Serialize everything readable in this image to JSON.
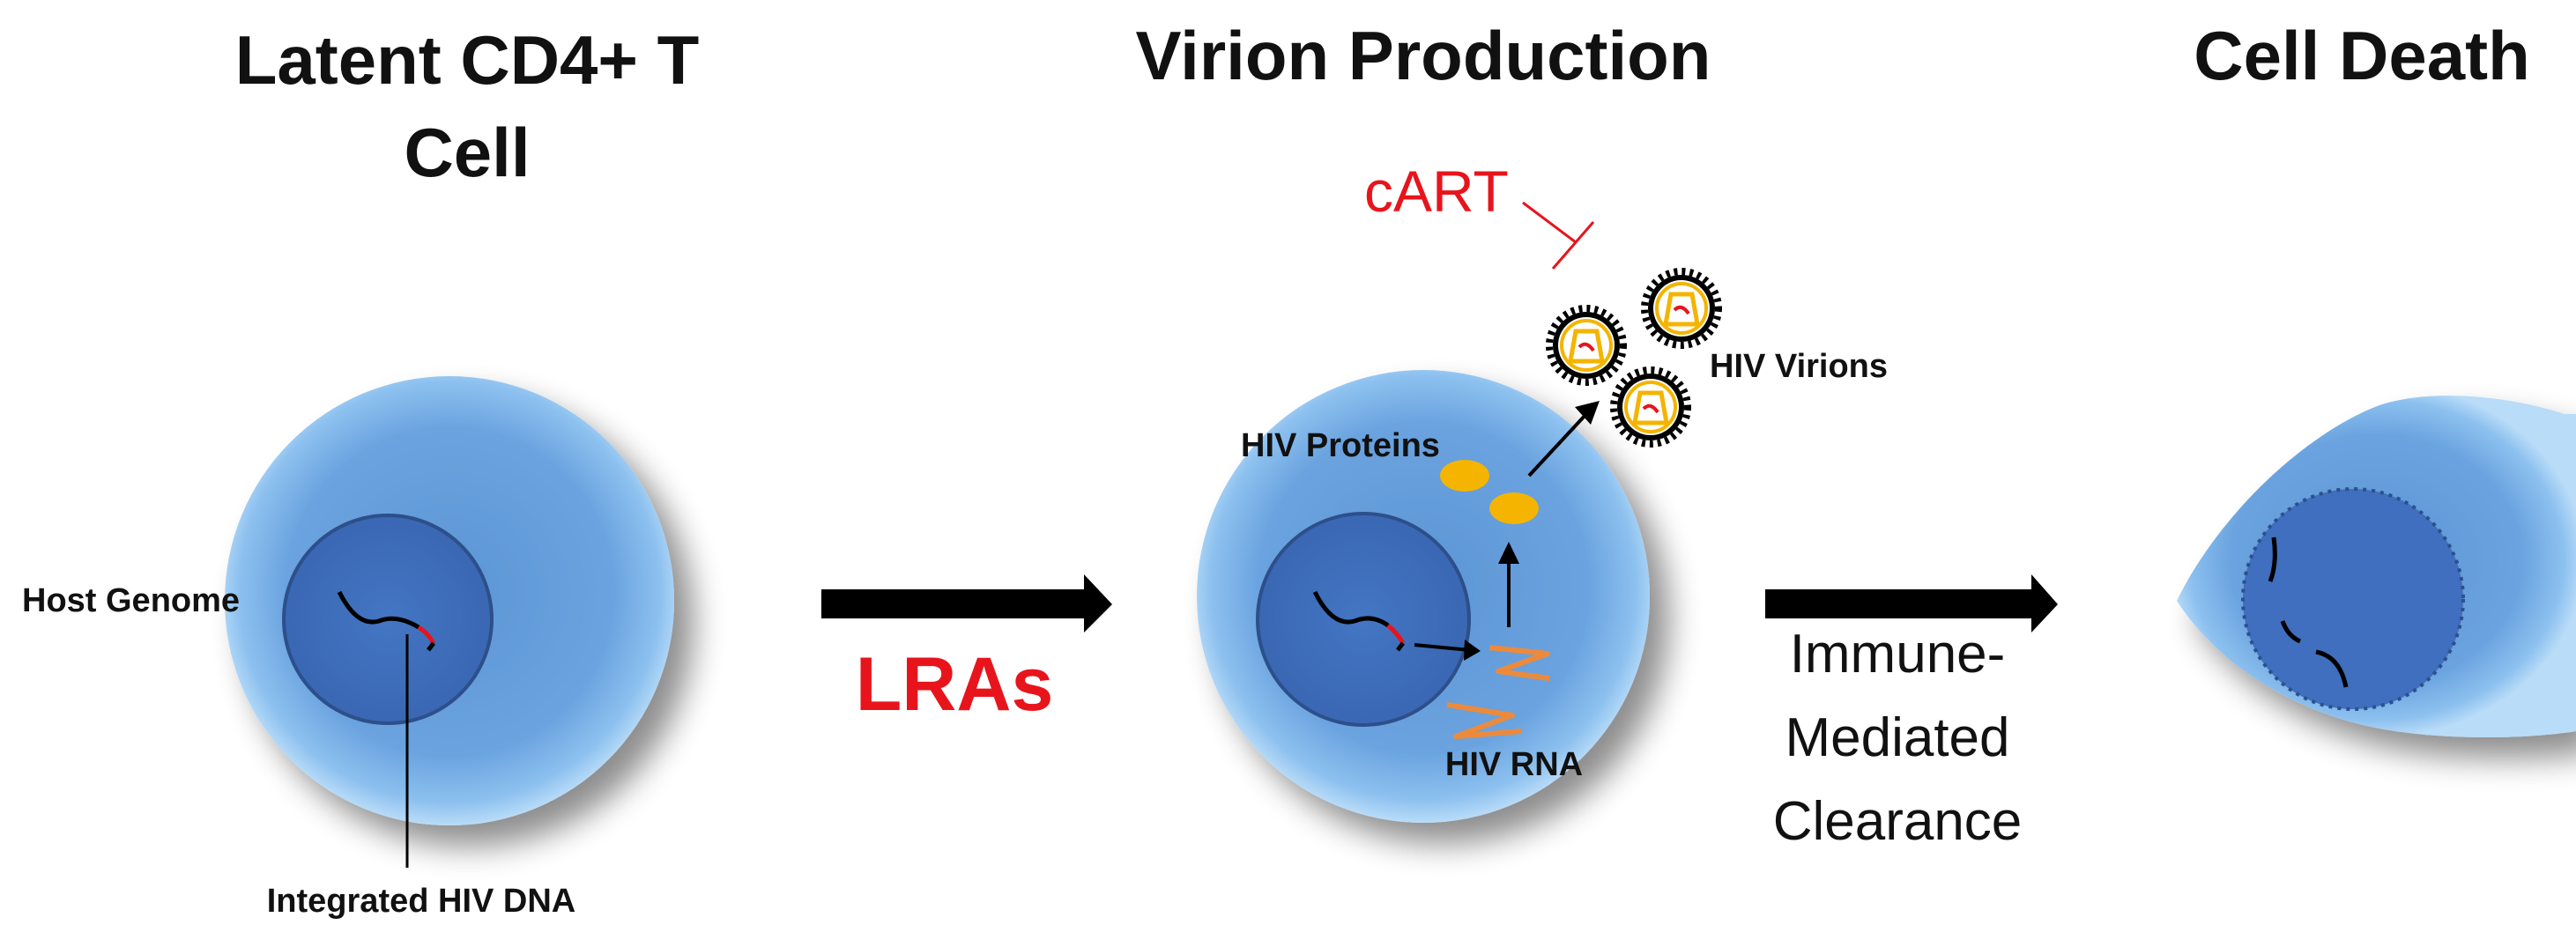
{
  "stages": [
    {
      "title_line1": "Latent CD4+ T",
      "title_line2": "Cell"
    },
    {
      "title": "Virion Production"
    },
    {
      "title": "Cell Death"
    }
  ],
  "labels": {
    "host_genome": "Host Genome",
    "integrated_dna": "Integrated HIV DNA",
    "hiv_proteins": "HIV Proteins",
    "hiv_virions": "HIV Virions",
    "hiv_rna": "HIV RNA"
  },
  "transitions": {
    "lras": "LRAs",
    "cart": "cART",
    "clearance_line1": "Immune-",
    "clearance_line2": "Mediated",
    "clearance_line3": "Clearance"
  },
  "colors": {
    "red": "#e8141c",
    "cell_blue": "#6ea3dd",
    "nucleus_blue": "#3f6fbe",
    "protein_yellow": "#f4b400",
    "rna_orange": "#ec8a3c",
    "arrow_black": "#000000"
  }
}
